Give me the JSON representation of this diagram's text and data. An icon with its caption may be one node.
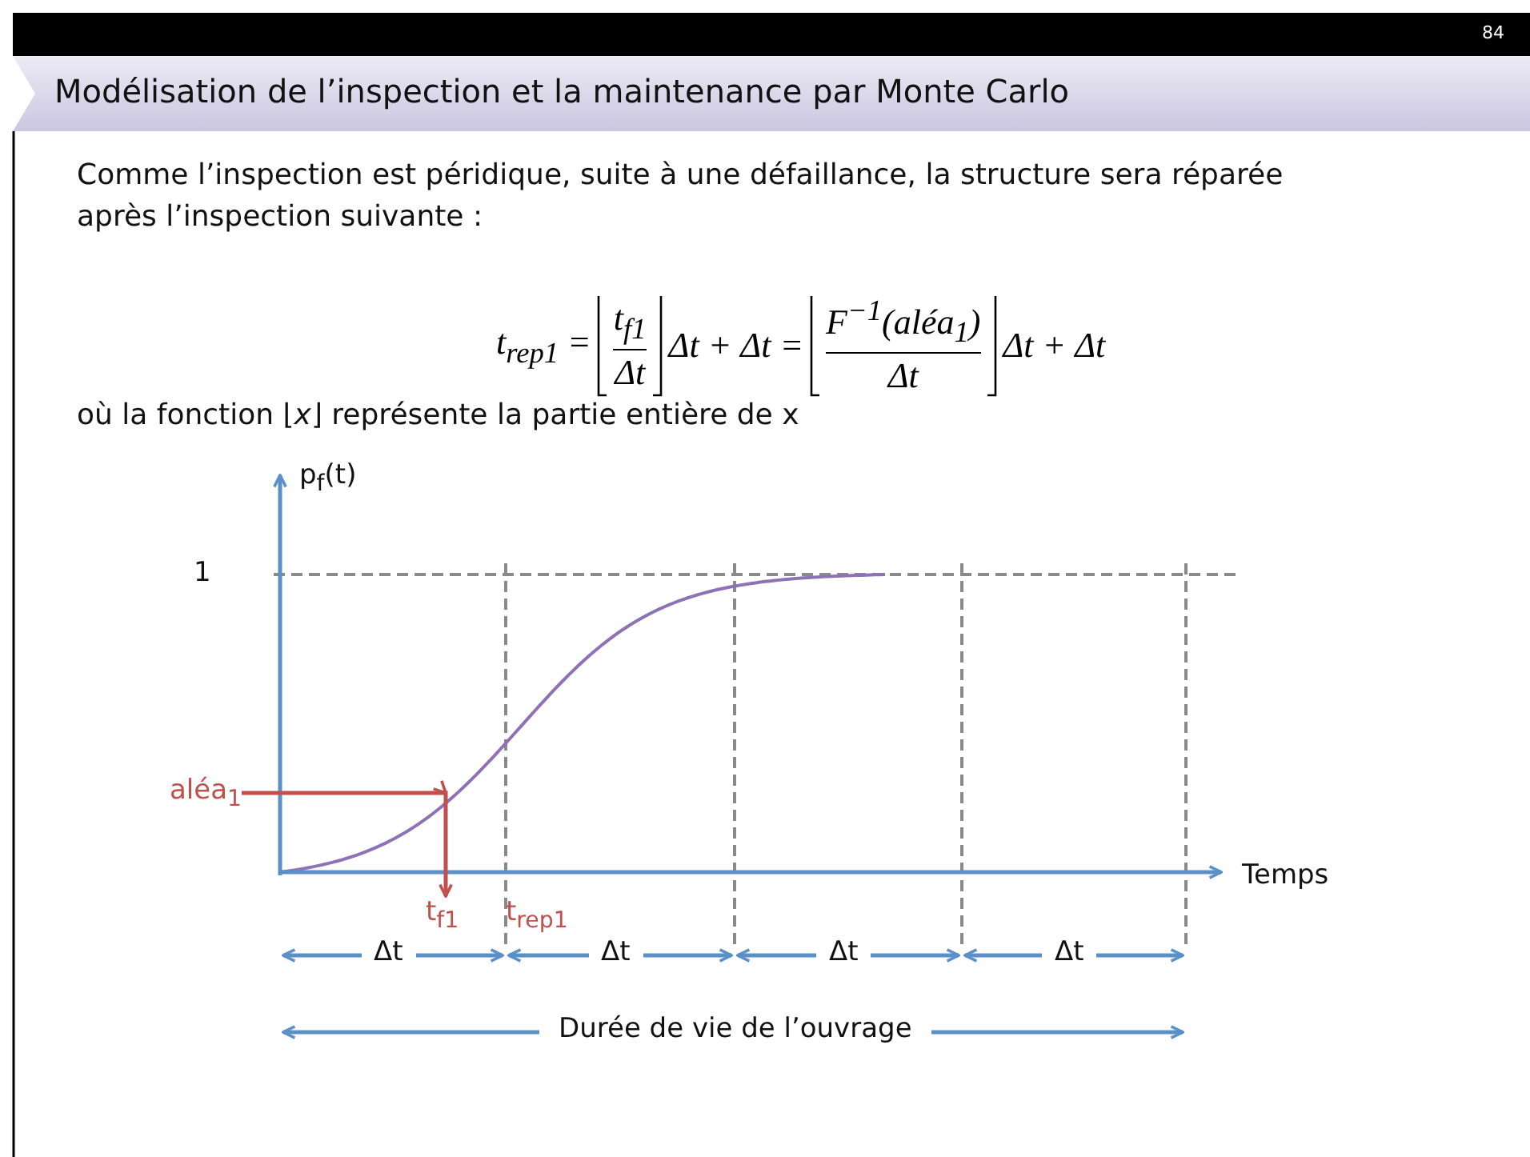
{
  "diagram": {
    "title": "Modélisation de l’inspection et la maintenance par Monte Carlo",
    "nodes": [
      {
        "text": [
          "aléa$_{1}$"
        ]
      },
      {
        "text": [
          "t$_{f1}$"
        ]
      }
    ],
    "edges": [
      {
        "from": 0,
        "to": 1,
        "arrow": "to"
      }
    ],
    "labels": [
      "84",
      "Comme l’inspection est péridique, suite à une défaillance, la structure sera réparée après l’inspection suivante :",
      "t$_{rep1}$ =",
      "t$_{f1}$",
      "Δt",
      "Δt + Δt =",
      "F$^{−1}$(aléa$_{1}$)",
      "Δt",
      "Δt + Δt",
      "où la fonction ⌊*x*⌋ représente la partie entière de x",
      "p$_{f}$(t)",
      "1",
      "Temps",
      "t$_{rep1}$",
      "Δt",
      "Δt",
      "Δt",
      "Δt",
      "Durée de vie de l’ouvrage"
    ]
  }
}
